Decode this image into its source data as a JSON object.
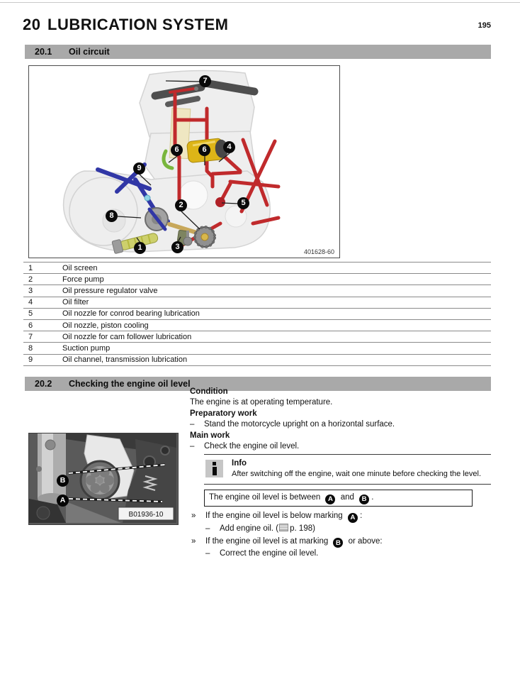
{
  "page": {
    "chapter_number": "20",
    "chapter_title": "LUBRICATION SYSTEM",
    "page_number": "195"
  },
  "glyphs": {
    "dash": "–",
    "step_arrow": "»"
  },
  "section1": {
    "number": "20.1",
    "title": "Oil circuit",
    "figure_label": "401628-60",
    "callouts": {
      "c1": "1",
      "c2": "2",
      "c3": "3",
      "c4": "4",
      "c5": "5",
      "c6a": "6",
      "c6b": "6",
      "c7": "7",
      "c8": "8",
      "c9": "9"
    },
    "legend": [
      {
        "num": "1",
        "label": "Oil screen"
      },
      {
        "num": "2",
        "label": "Force pump"
      },
      {
        "num": "3",
        "label": "Oil pressure regulator valve"
      },
      {
        "num": "4",
        "label": "Oil filter"
      },
      {
        "num": "5",
        "label": "Oil nozzle for conrod bearing lubrication"
      },
      {
        "num": "6",
        "label": "Oil nozzle, piston cooling"
      },
      {
        "num": "7",
        "label": "Oil nozzle for cam follower lubrication"
      },
      {
        "num": "8",
        "label": "Suction pump"
      },
      {
        "num": "9",
        "label": "Oil channel, transmission lubrication"
      }
    ]
  },
  "section2": {
    "number": "20.2",
    "title": "Checking the engine oil level",
    "condition_heading": "Condition",
    "condition_text": "The engine is at operating temperature.",
    "preparatory_heading": "Preparatory work",
    "preparatory_step": "Stand the motorcycle upright on a horizontal surface.",
    "main_heading": "Main work",
    "main_step": "Check the engine oil level.",
    "info": {
      "heading": "Info",
      "text": "After switching off the engine, wait one minute before checking the level."
    },
    "spec": {
      "text_before": "The engine oil level is between",
      "marker_a": "A",
      "conjunction": "and",
      "marker_b": "B",
      "period": "."
    },
    "photo_label": "B01936-10",
    "photo_markers": {
      "a": "A",
      "b": "B"
    },
    "steps": [
      {
        "condition_before": "If the engine oil level is below marking",
        "marker": "A",
        "condition_after": ":",
        "action": "Add engine oil.",
        "ref_open": "(",
        "ref_text": "p. 198)"
      },
      {
        "condition_before": "If the engine oil level is at marking",
        "marker": "B",
        "condition_after": "or above:",
        "action": "Correct the engine oil level."
      }
    ]
  }
}
